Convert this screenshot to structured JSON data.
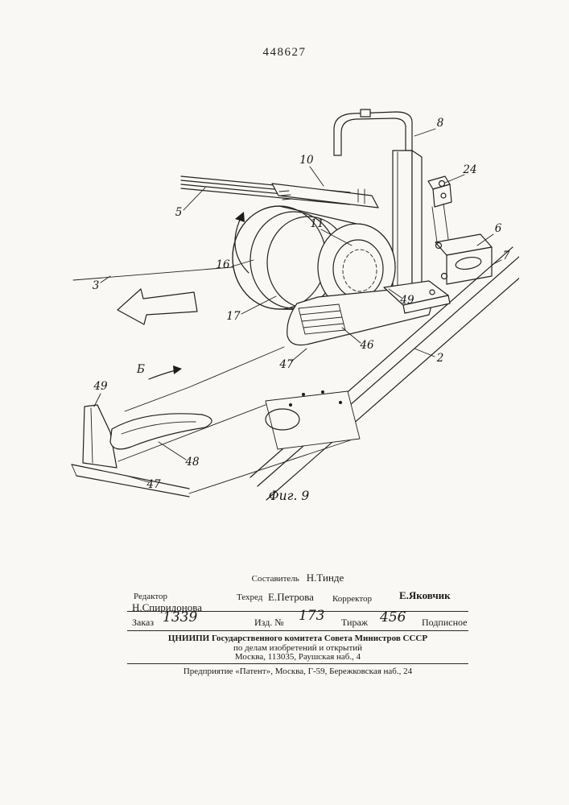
{
  "page": {
    "patent_number": "448627",
    "figure_caption": "Фиг. 9"
  },
  "drawing": {
    "labels": {
      "n5": "5",
      "n10": "10",
      "n11": "11",
      "n8": "8",
      "n24": "24",
      "n6": "6",
      "n7": "7",
      "n16": "16",
      "n3": "3",
      "n17": "17",
      "n49_right": "49",
      "n46": "46",
      "n2": "2",
      "n47_mid": "47",
      "b": "Б",
      "n49_left": "49",
      "n48": "48",
      "n47_left": "47"
    }
  },
  "colophon": {
    "compiler_label": "Составитель",
    "compiler_name": "Н.Тинде",
    "editor_label": "Редактор",
    "editor_name": "Н.Спиридонова",
    "techred_label": "Техред",
    "techred_name": "Е.Петрова",
    "corrector_label": "Корректор",
    "corrector_name": "Е.Яковчик",
    "order_label": "Заказ",
    "order_value": "1339",
    "izd_label": "Изд. №",
    "izd_value": "173",
    "tirazh_label": "Тираж",
    "tirazh_value": "456",
    "podpisnoe": "Подписное",
    "org_line1": "ЦНИИПИ  Государственного  комитета  Совета  Министров  СССР",
    "org_line2": "по  делам  изобретений  и  открытий",
    "org_line3": "Москва, 113035, Раушская наб., 4",
    "printer_line": "Предприятие  «Патент»,  Москва,  Г-59,  Бережковская  наб.,  24"
  }
}
